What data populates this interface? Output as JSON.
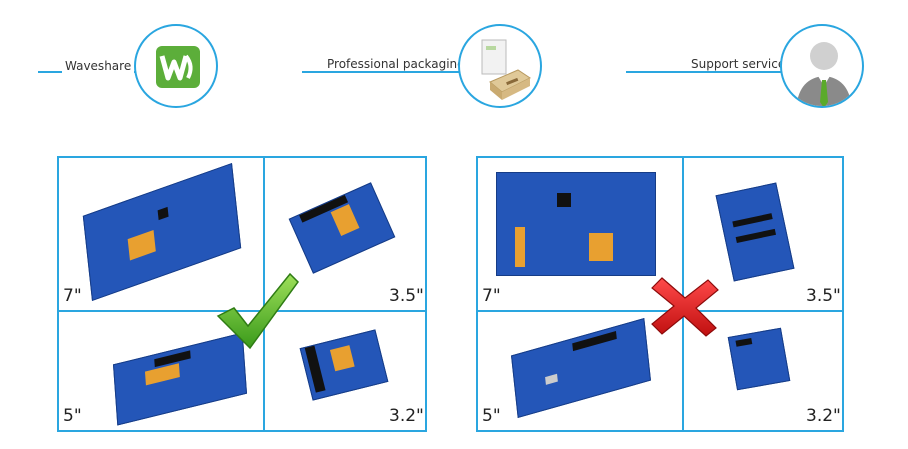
{
  "features": [
    {
      "label": "Waveshare",
      "icon": "waveshare-logo-icon"
    },
    {
      "label": "Professional packaging",
      "icon": "package-box-icon"
    },
    {
      "label": "Support service",
      "icon": "support-person-icon"
    }
  ],
  "panels": {
    "good": {
      "mark_icon": "checkmark-icon",
      "cells": [
        {
          "size": "7\""
        },
        {
          "size": "3.5\""
        },
        {
          "size": "5\""
        },
        {
          "size": "3.2\""
        }
      ]
    },
    "bad": {
      "mark_icon": "cross-icon",
      "cells": [
        {
          "size": "7\""
        },
        {
          "size": "3.5\""
        },
        {
          "size": "5\""
        },
        {
          "size": "3.2\""
        }
      ]
    }
  },
  "colors": {
    "accent": "#2aa6e0",
    "check": "#4aa82a",
    "cross": "#e02020",
    "board": "#2456b8",
    "logo": "#5cae3a"
  }
}
